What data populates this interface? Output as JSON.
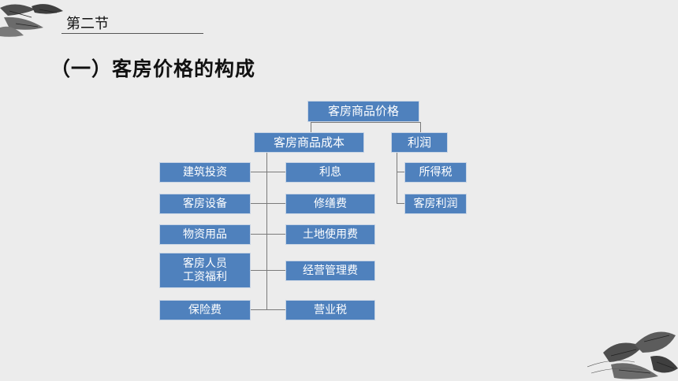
{
  "header": {
    "section": "第二节"
  },
  "title": "（一）客房价格的构成",
  "diagram": {
    "root": "客房商品价格",
    "cost": "客房商品成本",
    "profit": "利润",
    "cost_left": [
      "建筑投资",
      "客房设备",
      "物资用品",
      "客房人员\n工资福利",
      "保险费"
    ],
    "cost_right": [
      "利息",
      "修缮费",
      "土地使用费",
      "经营管理费",
      "营业税"
    ],
    "profit_items": [
      "所得税",
      "客房利润"
    ]
  },
  "colors": {
    "box_fill": "#4f81bd",
    "box_border": "#c8d4e4",
    "line": "#7a7a7a",
    "background": "#ececec"
  }
}
